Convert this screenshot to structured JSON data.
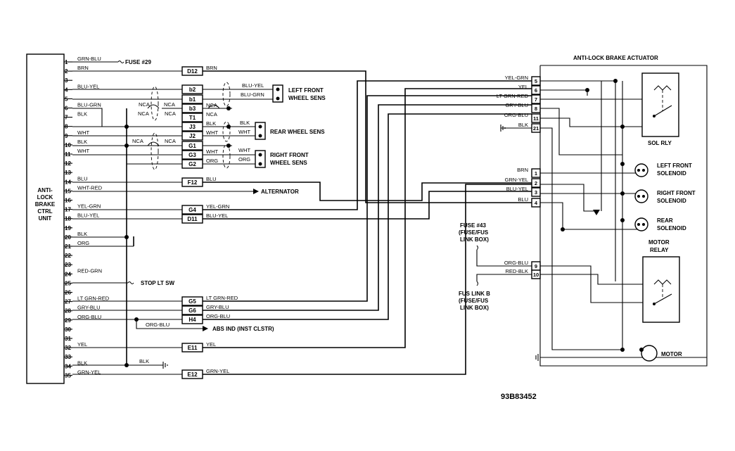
{
  "ecu": {
    "label_lines": [
      "ANTI-",
      "LOCK",
      "BRAKE",
      "CTRL",
      "UNIT"
    ],
    "pins": [
      {
        "num": "1",
        "wire": "GRN-BLU"
      },
      {
        "num": "2",
        "wire": "BRN"
      },
      {
        "num": "3",
        "wire": ""
      },
      {
        "num": "4",
        "wire": "BLU-YEL"
      },
      {
        "num": "5",
        "wire": ""
      },
      {
        "num": "6",
        "wire": "BLU-GRN"
      },
      {
        "num": "7",
        "wire": "BLK"
      },
      {
        "num": "8",
        "wire": ""
      },
      {
        "num": "9",
        "wire": "WHT"
      },
      {
        "num": "10",
        "wire": "BLK"
      },
      {
        "num": "11",
        "wire": "WHT"
      },
      {
        "num": "12",
        "wire": ""
      },
      {
        "num": "13",
        "wire": ""
      },
      {
        "num": "14",
        "wire": "BLU"
      },
      {
        "num": "15",
        "wire": "WHT-RED"
      },
      {
        "num": "16",
        "wire": ""
      },
      {
        "num": "17",
        "wire": "YEL-GRN"
      },
      {
        "num": "18",
        "wire": "BLU-YEL"
      },
      {
        "num": "19",
        "wire": ""
      },
      {
        "num": "20",
        "wire": "BLK"
      },
      {
        "num": "21",
        "wire": "ORG"
      },
      {
        "num": "22",
        "wire": ""
      },
      {
        "num": "23",
        "wire": ""
      },
      {
        "num": "24",
        "wire": "RED-GRN"
      },
      {
        "num": "25",
        "wire": ""
      },
      {
        "num": "26",
        "wire": ""
      },
      {
        "num": "27",
        "wire": "LT GRN-RED"
      },
      {
        "num": "28",
        "wire": "GRY-BLU"
      },
      {
        "num": "29",
        "wire": "ORG-BLU"
      },
      {
        "num": "30",
        "wire": ""
      },
      {
        "num": "31",
        "wire": ""
      },
      {
        "num": "32",
        "wire": "YEL"
      },
      {
        "num": "33",
        "wire": ""
      },
      {
        "num": "34",
        "wire": "BLK"
      },
      {
        "num": "35",
        "wire": "GRN-YEL"
      }
    ]
  },
  "connectors": [
    {
      "id": "D12",
      "right_wire": "BRN"
    },
    {
      "id": "b2",
      "right_wire": ""
    },
    {
      "id": "b1",
      "right_wire": ""
    },
    {
      "id": "b3",
      "right_wire": "NCA"
    },
    {
      "id": "T1",
      "right_wire": "NCA"
    },
    {
      "id": "J3",
      "right_wire": "BLK"
    },
    {
      "id": "J2",
      "right_wire": "WHT"
    },
    {
      "id": "G1",
      "right_wire": ""
    },
    {
      "id": "G3",
      "right_wire": "WHT"
    },
    {
      "id": "G2",
      "right_wire": "ORG"
    },
    {
      "id": "F12",
      "right_wire": "BLU"
    },
    {
      "id": "G4",
      "right_wire": "YEL-GRN"
    },
    {
      "id": "D11",
      "right_wire": "BLU-YEL"
    },
    {
      "id": "G5",
      "right_wire": "LT GRN-RED"
    },
    {
      "id": "G6",
      "right_wire": "GRY-BLU"
    },
    {
      "id": "H4",
      "right_wire": "ORG-BLU"
    },
    {
      "id": "E11",
      "right_wire": "YEL"
    },
    {
      "id": "E12",
      "right_wire": "GRN-YEL"
    }
  ],
  "shield_labels": {
    "nca_1": "NCA",
    "nca_2": "NCA",
    "nca_3": "NCA",
    "nca_4": "NCA",
    "nca_5": "NCA",
    "nca_6": "NCA"
  },
  "sensor_wires": {
    "lf_top": "BLU-YEL",
    "lf_bottom": "BLU-GRN",
    "rear_top": "BLK",
    "rear_bottom": "WHT",
    "rf_top": "WHT",
    "rf_bottom": "ORG",
    "ecu_orgblu_extra": "ORG-BLU",
    "ecu_gnd": "BLK"
  },
  "components": {
    "fuse29": "FUSE #29",
    "lf_sensor": [
      "LEFT FRONT",
      "WHEEL SENS"
    ],
    "rear_sensor": "REAR WHEEL SENS",
    "rf_sensor": [
      "RIGHT FRONT",
      "WHEEL SENS"
    ],
    "alternator": "ALTERNATOR",
    "stop_lt_sw": "STOP LT SW",
    "abs_ind": "ABS IND (INST CLSTR)",
    "fuse43": [
      "FUSE #43",
      "(FUSE/FUS",
      "LINK BOX)"
    ],
    "fus_link_b": [
      "FUS LINK B",
      "(FUSE/FUS",
      "LINK BOX)"
    ]
  },
  "actuator": {
    "title": "ANTI-LOCK BRAKE ACTUATOR",
    "pins": [
      {
        "num": "5",
        "wire": "YEL-GRN"
      },
      {
        "num": "6",
        "wire": "YEL"
      },
      {
        "num": "7",
        "wire": "LT GRN-RED"
      },
      {
        "num": "8",
        "wire": "GRY-BLU"
      },
      {
        "num": "11",
        "wire": "ORG-BLU"
      },
      {
        "num": "21",
        "wire": "BLK"
      },
      {
        "num": "1",
        "wire": "BRN"
      },
      {
        "num": "2",
        "wire": "GRN-YEL"
      },
      {
        "num": "3",
        "wire": "BLU-YEL"
      },
      {
        "num": "4",
        "wire": "BLU"
      },
      {
        "num": "9",
        "wire": "ORG-BLU"
      },
      {
        "num": "10",
        "wire": "RED-BLK"
      }
    ],
    "sol_rly": "SOL RLY",
    "lf_solenoid": [
      "LEFT FRONT",
      "SOLENOID"
    ],
    "rf_solenoid": [
      "RIGHT FRONT",
      "SOLENOID"
    ],
    "rear_solenoid": [
      "REAR",
      "SOLENOID"
    ],
    "motor_relay": [
      "MOTOR",
      "RELAY"
    ],
    "motor": "MOTOR"
  },
  "figure_code": "93B83452"
}
